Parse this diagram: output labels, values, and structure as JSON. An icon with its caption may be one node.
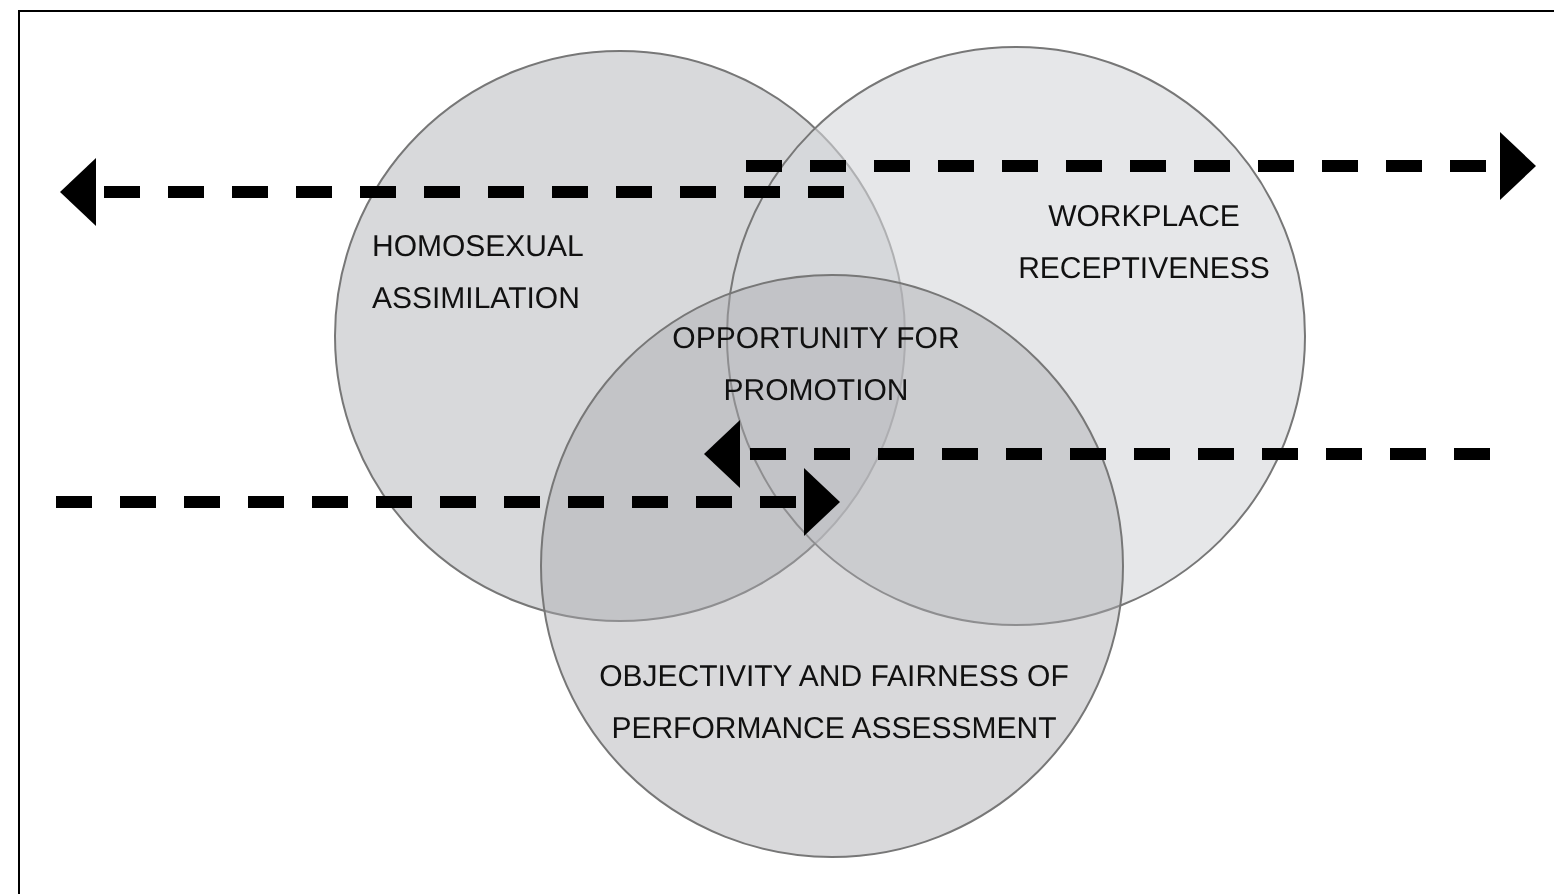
{
  "diagram": {
    "nodes": [
      {
        "text": [
          "HOMOSEXUAL ASSIMILATION"
        ]
      },
      {
        "text": [
          "WORKPLACE RECEPTIVENESS"
        ]
      },
      {
        "text": [
          "OBJECTIVITY AND FAIRNESS OF PERFORMANCE ASSESSMENT"
        ]
      }
    ],
    "labels": [
      "OPPORTUNITY FOR PROMOTION"
    ]
  }
}
